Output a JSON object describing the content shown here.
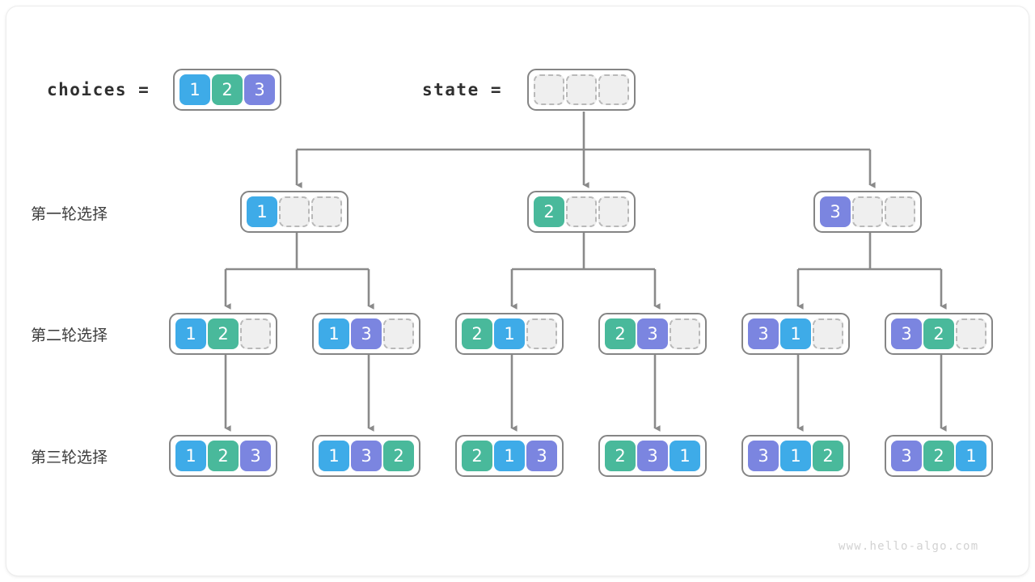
{
  "watermark": "www.hello-algo.com",
  "header": {
    "choices_label": "choices  =",
    "state_label": "state  =",
    "choices_cells": [
      "1",
      "2",
      "3"
    ],
    "state_cells": [
      "",
      "",
      ""
    ]
  },
  "row_labels": {
    "round1": "第一轮选择",
    "round2": "第二轮选择",
    "round3": "第三轮选择"
  },
  "colors": {
    "value_1": "#3eabe8",
    "value_2": "#49b99b",
    "value_3": "#7b85e0",
    "empty_fill": "#efefef",
    "empty_border": "#b9b9b9",
    "array_border": "#858585",
    "connector": "#8a8a8a",
    "text": "#3c3c3c",
    "watermark": "#d2d2d2"
  },
  "tree": {
    "round1": [
      {
        "cells": [
          "1",
          "",
          ""
        ]
      },
      {
        "cells": [
          "2",
          "",
          ""
        ]
      },
      {
        "cells": [
          "3",
          "",
          ""
        ]
      }
    ],
    "round2": [
      {
        "cells": [
          "1",
          "2",
          ""
        ]
      },
      {
        "cells": [
          "1",
          "3",
          ""
        ]
      },
      {
        "cells": [
          "2",
          "1",
          ""
        ]
      },
      {
        "cells": [
          "2",
          "3",
          ""
        ]
      },
      {
        "cells": [
          "3",
          "1",
          ""
        ]
      },
      {
        "cells": [
          "3",
          "2",
          ""
        ]
      }
    ],
    "round3": [
      {
        "cells": [
          "1",
          "2",
          "3"
        ]
      },
      {
        "cells": [
          "1",
          "3",
          "2"
        ]
      },
      {
        "cells": [
          "2",
          "1",
          "3"
        ]
      },
      {
        "cells": [
          "2",
          "3",
          "1"
        ]
      },
      {
        "cells": [
          "3",
          "1",
          "2"
        ]
      },
      {
        "cells": [
          "3",
          "2",
          "1"
        ]
      }
    ]
  }
}
